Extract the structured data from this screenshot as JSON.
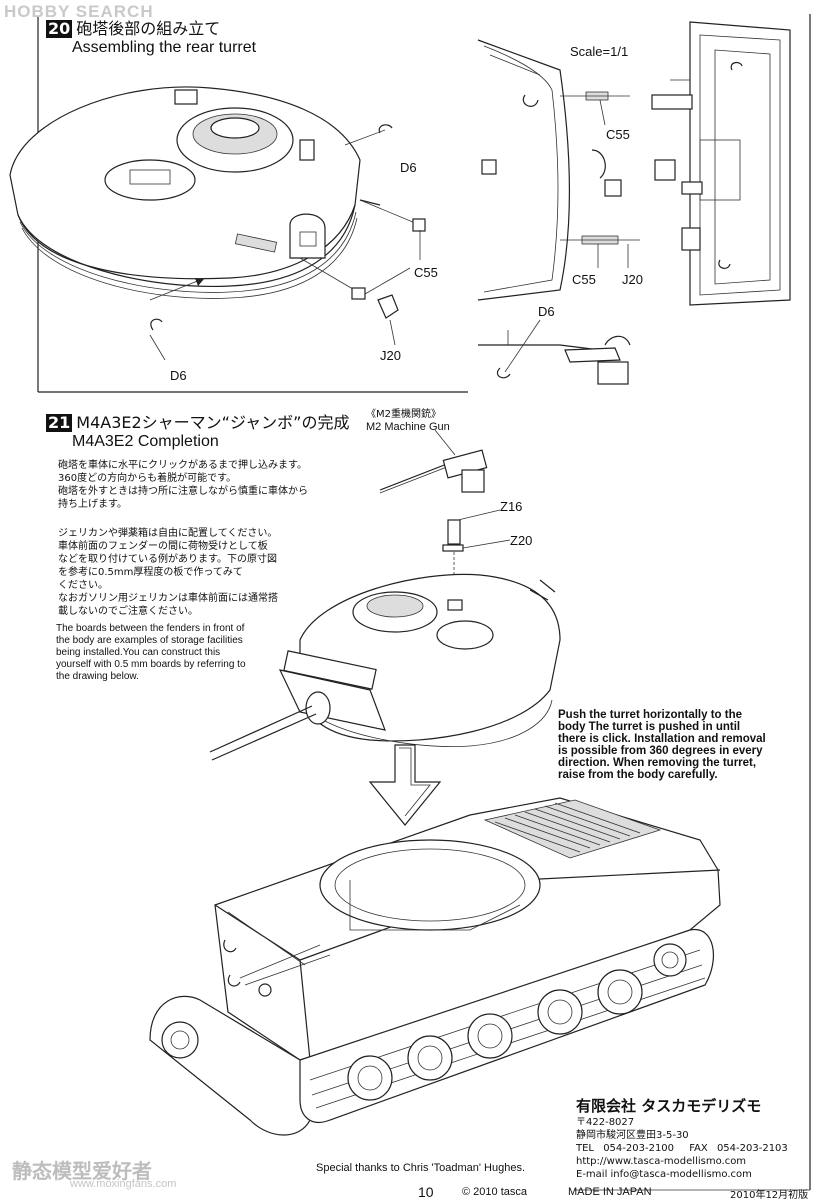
{
  "watermark_top": "HOBBY SEARCH",
  "step20": {
    "number": "20",
    "title_jp": "砲塔後部の組み立て",
    "title_en": "Assembling the rear turret",
    "scale": "Scale=1/1",
    "parts": [
      "D6",
      "C55",
      "J20",
      "D6",
      "C55",
      "C55",
      "J20",
      "D6"
    ]
  },
  "step21": {
    "number": "21",
    "title_jp": "M4A3E2シャーマン“ジャンボ”の完成",
    "title_en": "M4A3E2 Completion",
    "mg_label_jp": "《M2重機関銃》",
    "mg_label_en": "M2 Machine Gun",
    "parts": [
      "Z16",
      "Z20"
    ],
    "note_jp_1": [
      "砲塔を車体に水平にクリックがあるまで押し込みます。",
      "360度どの方向からも着脱が可能です。",
      "砲塔を外すときは持つ所に注意しながら慎重に車体から",
      "持ち上げます。"
    ],
    "note_jp_2": [
      "ジェリカンや弾薬箱は自由に配置してください。",
      "車体前面のフェンダーの間に荷物受けとして板",
      "などを取り付けている例があります。下の原寸図",
      "を参考に0.5mm厚程度の板で作ってみて",
      "ください。",
      "なおガソリン用ジェリカンは車体前面には通常搭",
      "載しないのでご注意ください。"
    ],
    "note_en_1": [
      "The boards between the fenders in front of",
      "the body are examples of storage facilities",
      "being installed.You can construct this",
      "yourself with 0.5 mm boards by referring to",
      "the drawing below."
    ],
    "note_en_2": [
      "Push the turret horizontally to the",
      "body The turret is pushed in until",
      "there is click. Installation and removal",
      "is possible from 360 degrees in every",
      "direction. When removing the turret,",
      "raise from the body carefully."
    ]
  },
  "company": {
    "name": "有限会社 タスカモデリズモ",
    "zip": "〒422-8027",
    "address": "静岡市駿河区豊田3-5-30",
    "tel_label": "TEL",
    "tel": "054-203-2100",
    "fax_label": "FAX",
    "fax": "054-203-2103",
    "url": "http://www.tasca-modellismo.com",
    "email": "E-mail info@tasca-modellismo.com"
  },
  "thanks": "Special thanks to Chris 'Toadman' Hughes.",
  "footer": {
    "page": "10",
    "copyright": "© 2010 tasca",
    "made_in": "MADE IN JAPAN",
    "edition": "2010年12月初版"
  },
  "watermark_bottom": "静态模型爱好者",
  "watermark_url": "www.moxingfans.com"
}
